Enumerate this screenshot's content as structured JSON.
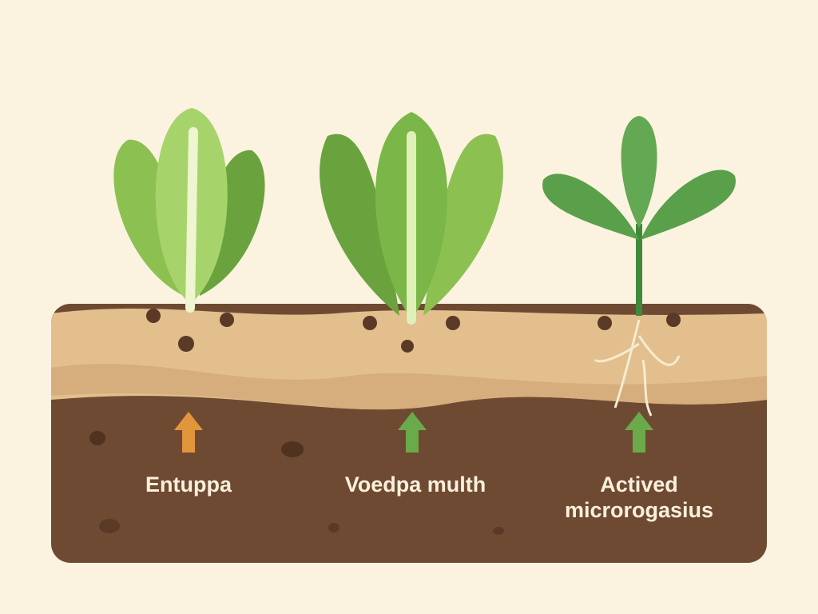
{
  "diagram": {
    "background": "#fbf2e0",
    "soil_top_color": "#e3bf8e",
    "soil_bottom_color": "#6f4a33",
    "columns": [
      {
        "plant": "romaine-lettuce",
        "arrow_color": "#e2963c",
        "label": "Entuppa"
      },
      {
        "plant": "leaf-lettuce",
        "arrow_color": "#6aaa4a",
        "label": "Voedpa multh"
      },
      {
        "plant": "spinach-seedling-with-roots",
        "arrow_color": "#6aaa4a",
        "label_line1": "Actived",
        "label_line2": "microrogasius"
      }
    ]
  }
}
